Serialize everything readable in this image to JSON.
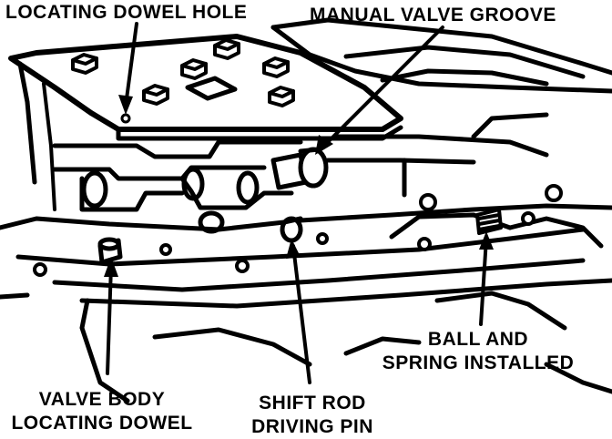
{
  "callouts": {
    "locating_dowel_hole": "LOCATING DOWEL HOLE",
    "manual_valve_groove": "MANUAL VALVE GROOVE",
    "ball_and_spring": {
      "line1": "BALL AND",
      "line2": "SPRING INSTALLED"
    },
    "valve_body_dowel": {
      "line1": "VALVE BODY",
      "line2": "LOCATING DOWEL"
    },
    "shift_rod_pin": {
      "line1": "SHIFT ROD",
      "line2": "DRIVING PIN"
    }
  },
  "colors": {
    "ink": "#000000",
    "paper": "#ffffff"
  }
}
